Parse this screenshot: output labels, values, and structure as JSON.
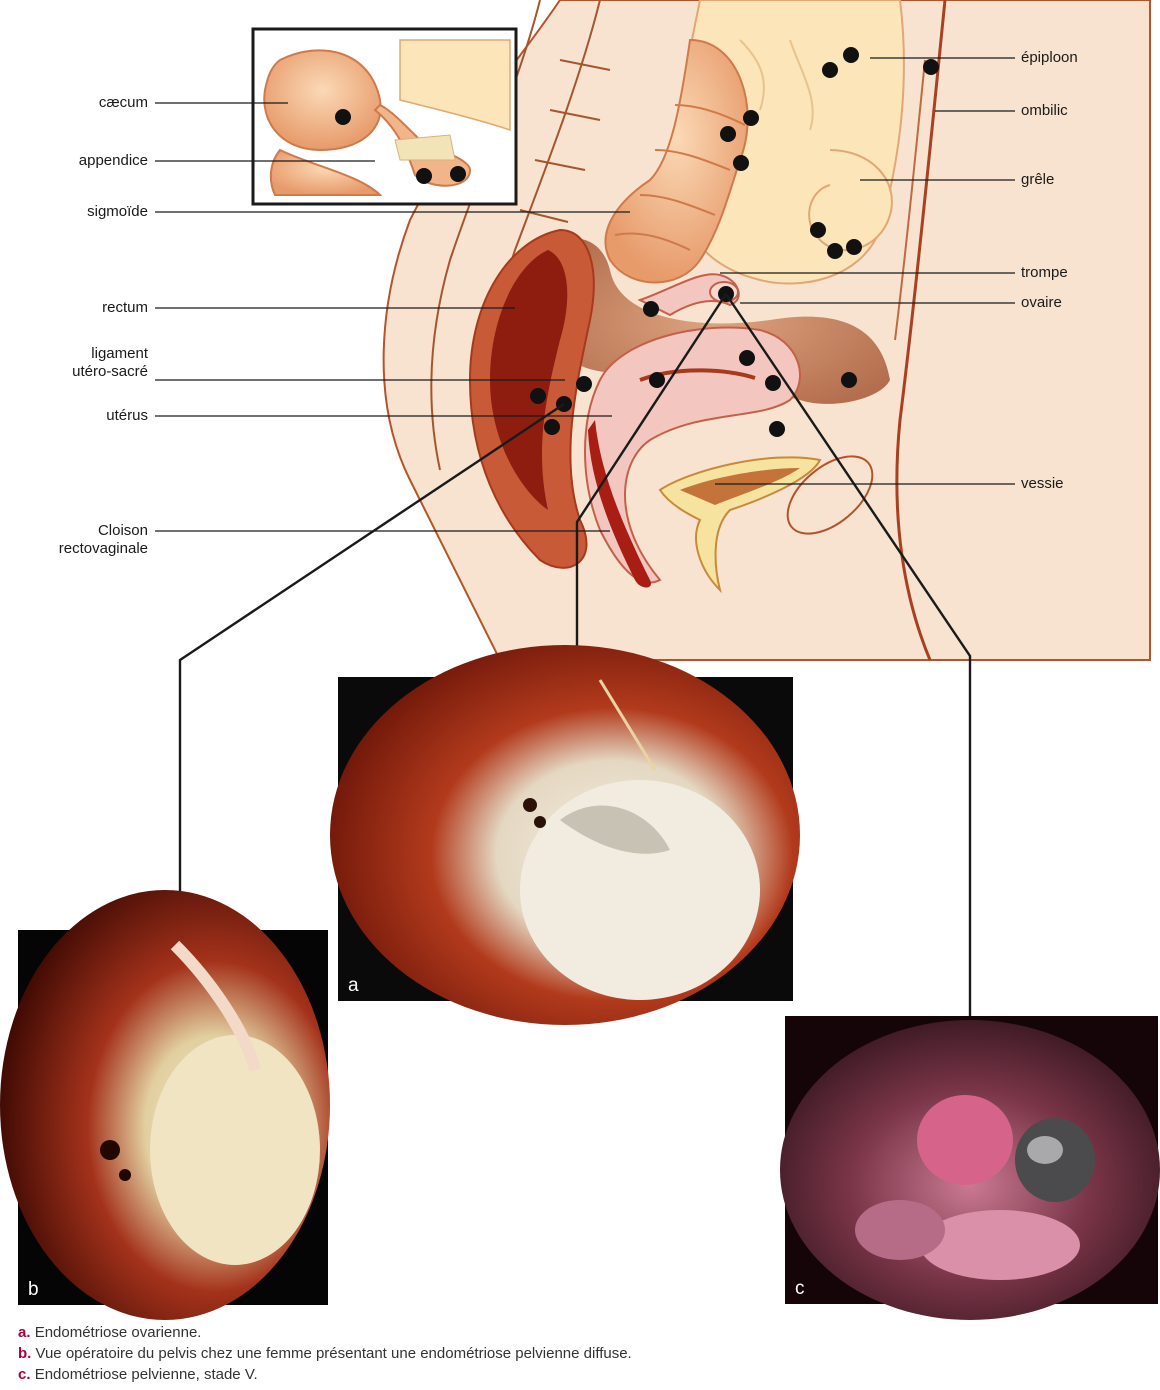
{
  "labels": {
    "caecum": "cæcum",
    "appendice": "appendice",
    "sigmoide": "sigmoïde",
    "rectum": "rectum",
    "ligament_line1": "ligament",
    "ligament_line2": "utéro-sacré",
    "uterus": "utérus",
    "cloison_line1": "Cloison",
    "cloison_line2": "rectovaginale",
    "epiploon": "épiploon",
    "ombilic": "ombilic",
    "grele": "grêle",
    "trompe": "trompe",
    "ovaire": "ovaire",
    "vessie": "vessie"
  },
  "photos": {
    "a": "a",
    "b": "b",
    "c": "c"
  },
  "captions": [
    {
      "key": "a.",
      "text": "Endométriose ovarienne."
    },
    {
      "key": "b.",
      "text": "Vue opératoire du pelvis chez une femme présentant une endométriose pelvienne diffuse."
    },
    {
      "key": "c.",
      "text": "Endométriose pelvienne, stade V."
    }
  ],
  "colors": {
    "skin": "#f7e3cf",
    "organ_outline": "#b5542a",
    "rectum_dark": "#8e1d10",
    "uterus_pink": "#f3c7c0",
    "lesion_dot": "#111111",
    "caption_key": "#b0003a"
  }
}
